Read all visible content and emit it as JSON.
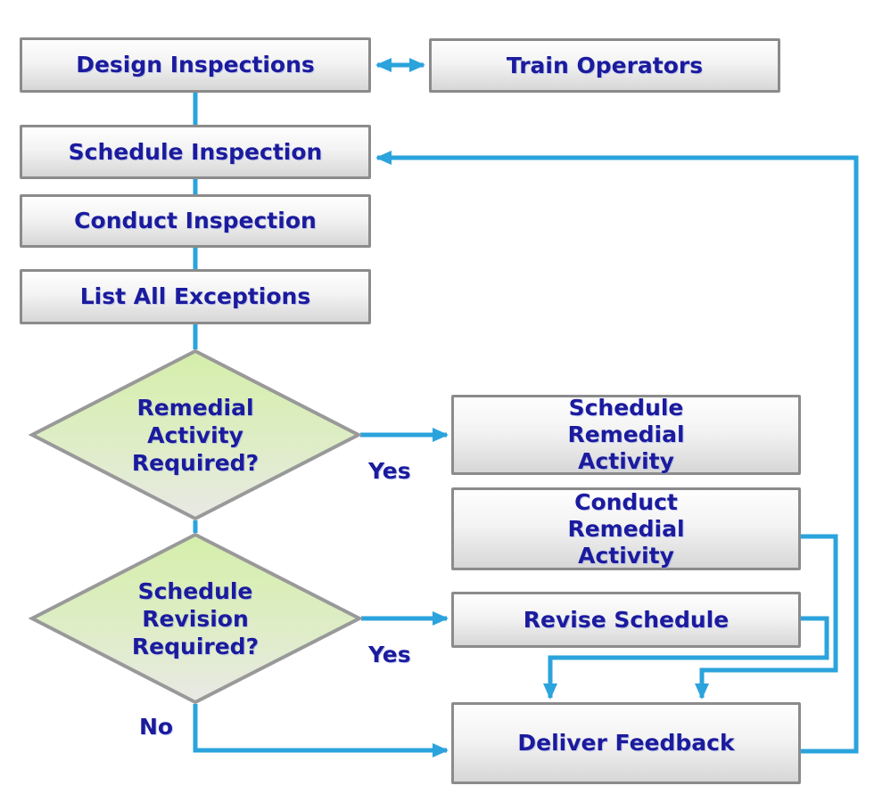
{
  "diagram": {
    "background": "#FFFFFF",
    "colors": {
      "connector_blue": "#2BA3DC",
      "label_navy": "#1B1B9E",
      "box_border_gray": "#8B8B8B",
      "diamond_border_gray": "#999999",
      "box_fill_top": "#FEFEFE",
      "box_fill_bottom": "#D7D7D7",
      "diamond_fill_top": "#D5EEAA",
      "diamond_fill_bottom": "#E9E9E5"
    },
    "nodes": {
      "design_inspections": "Design Inspections",
      "train_operators": "Train Operators",
      "schedule_inspection": "Schedule Inspection",
      "conduct_inspection": "Conduct Inspection",
      "list_all_exceptions": "List All Exceptions",
      "remedial_activity_required": "Remedial Activity Required?",
      "schedule_remedial_activity": "Schedule Remedial Activity",
      "conduct_remedial_activity": "Conduct Remedial Activity",
      "schedule_revision_required": "Schedule Revision Required?",
      "revise_schedule": "Revise Schedule",
      "deliver_feedback": "Deliver Feedback"
    },
    "edge_labels": {
      "remedial_yes": "Yes",
      "revision_yes": "Yes",
      "revision_no": "No"
    }
  }
}
